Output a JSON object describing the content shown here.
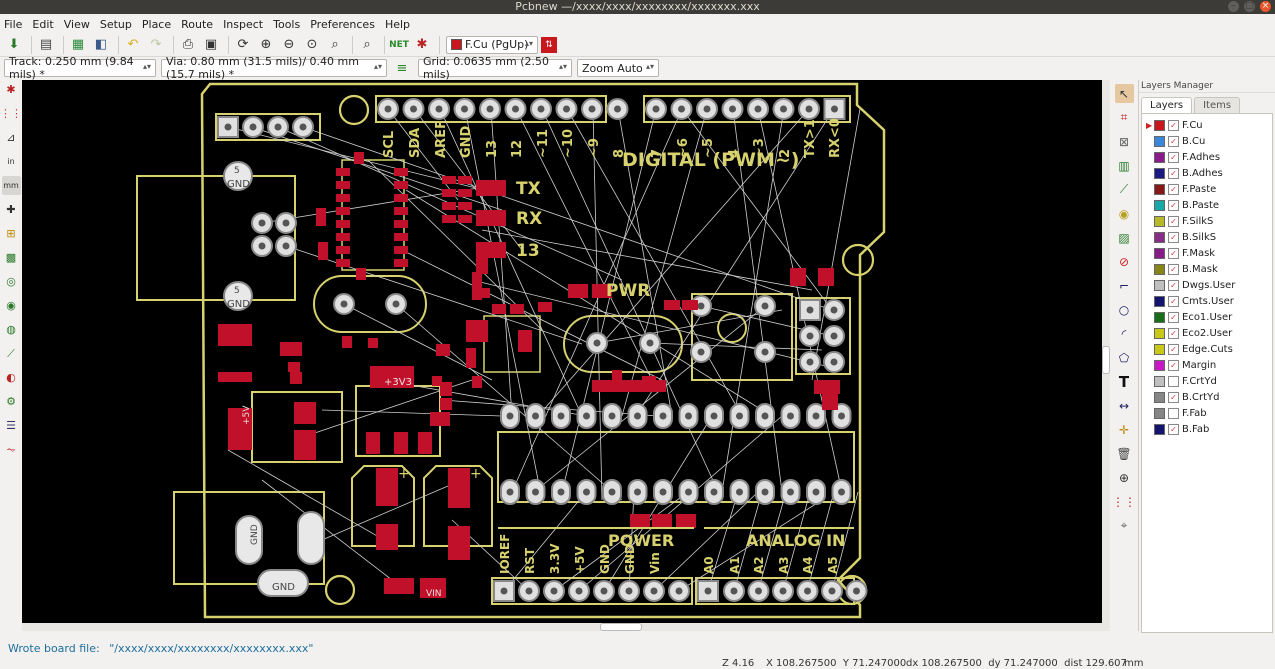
{
  "window": {
    "title": "Pcbnew —/xxxx/xxxx/xxxxxxxx/xxxxxxx.xxx"
  },
  "menu": [
    "File",
    "Edit",
    "View",
    "Setup",
    "Place",
    "Route",
    "Inspect",
    "Tools",
    "Preferences",
    "Help"
  ],
  "toolbar": {
    "layer_select": "F.Cu (PgUp)",
    "layer_color": "#c8181e"
  },
  "auxbar": {
    "track": "Track: 0.250 mm (9.84 mils) *",
    "via": "Via: 0.80 mm (31.5 mils)/ 0.40 mm (15.7 mils) *",
    "grid": "Grid: 0.0635 mm (2.50 mils)",
    "zoom": "Zoom Auto"
  },
  "board": {
    "silk_color": "#d8d26e",
    "pad_color": "#c0102a",
    "pin_labels_top": [
      "SCL",
      "SDA",
      "AREF",
      "GND",
      "13",
      "12",
      "~11",
      "~10",
      "~9",
      "8",
      "7",
      "~6",
      "~5",
      "4",
      "~3",
      "2",
      "TX>1",
      "RX<0"
    ],
    "digital_label": "DIGITAL (PWM~)",
    "tx": "TX",
    "rx": "RX",
    "l13": "13",
    "pwr": "PWR",
    "gnd": "GND",
    "five": "5",
    "power_label": "POWER",
    "analog_label": "ANALOG IN",
    "pin_labels_power": [
      "IOREF",
      "RST",
      "3.3V",
      "+5V",
      "GND",
      "GND",
      "Vin"
    ],
    "pin_labels_analog": [
      "A0",
      "A1",
      "A2",
      "A3",
      "A4",
      "A5"
    ],
    "v33": "+3V3",
    "vin": "VIN",
    "p5v": "+5V",
    "n1": "1",
    "n2": "2",
    "n3": "3"
  },
  "layers_panel": {
    "title": "Layers Manager",
    "tabs": [
      "Layers",
      "Items"
    ],
    "layers": [
      {
        "name": "F.Cu",
        "color": "#c8181e",
        "checked": true,
        "active": true
      },
      {
        "name": "B.Cu",
        "color": "#3a86d8",
        "checked": true
      },
      {
        "name": "F.Adhes",
        "color": "#8a1c8a",
        "checked": true
      },
      {
        "name": "B.Adhes",
        "color": "#1a1a80",
        "checked": true
      },
      {
        "name": "F.Paste",
        "color": "#861818",
        "checked": true
      },
      {
        "name": "B.Paste",
        "color": "#18a8a8",
        "checked": true
      },
      {
        "name": "F.SilkS",
        "color": "#b8b828",
        "checked": true
      },
      {
        "name": "B.SilkS",
        "color": "#882e88",
        "checked": true
      },
      {
        "name": "F.Mask",
        "color": "#861c86",
        "checked": true
      },
      {
        "name": "B.Mask",
        "color": "#868618",
        "checked": true
      },
      {
        "name": "Dwgs.User",
        "color": "#c0c0c0",
        "checked": true
      },
      {
        "name": "Cmts.User",
        "color": "#14146e",
        "checked": true
      },
      {
        "name": "Eco1.User",
        "color": "#186e18",
        "checked": true
      },
      {
        "name": "Eco2.User",
        "color": "#c8c818",
        "checked": true
      },
      {
        "name": "Edge.Cuts",
        "color": "#c8c818",
        "checked": true
      },
      {
        "name": "Margin",
        "color": "#c818c8",
        "checked": true
      },
      {
        "name": "F.CrtYd",
        "color": "#c0c0c0",
        "checked": false
      },
      {
        "name": "B.CrtYd",
        "color": "#868686",
        "checked": true
      },
      {
        "name": "F.Fab",
        "color": "#868686",
        "checked": false
      },
      {
        "name": "B.Fab",
        "color": "#14146e",
        "checked": true
      }
    ]
  },
  "status": {
    "message_label": "Wrote board file:",
    "message_path": "\"/xxxx/xxxx/xxxxxxxx/xxxxxxxx.xxx\"",
    "zoom": "Z 4.16",
    "xy": "X 108.267500  Y 71.247000",
    "dxdy": "dx 108.267500  dy 71.247000  dist 129.607",
    "units": "mm"
  }
}
